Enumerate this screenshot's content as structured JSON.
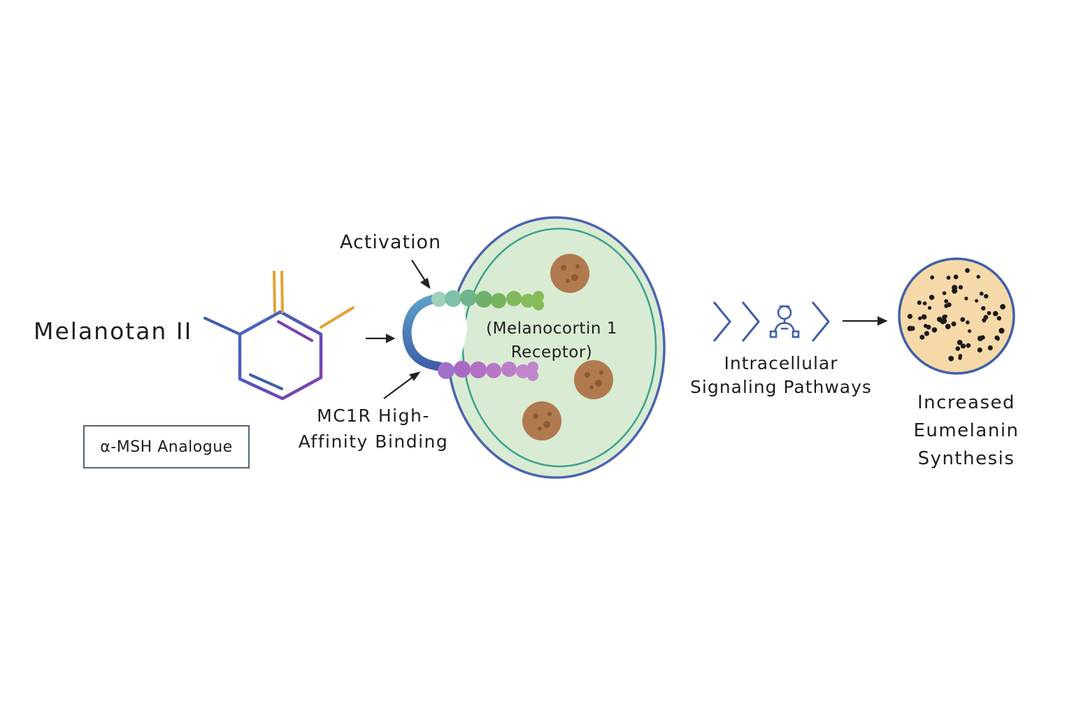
{
  "diagram": {
    "drug_name": "Melanotan II",
    "drug_class": "α-MSH Analogue",
    "activation_label": "Activation",
    "binding_label_line1": "MC1R High-",
    "binding_label_line2": "Affinity Binding",
    "receptor_label_line1": "(Melanocortin 1",
    "receptor_label_line2": "Receptor)",
    "pathway_label_line1": "Intracellular",
    "pathway_label_line2": "Signaling Pathways",
    "result_label_line1": "Increased",
    "result_label_line2": "Eumelanin",
    "result_label_line3": "Synthesis"
  },
  "colors": {
    "ring_blue": "#3f5fa8",
    "ring_purple": "#7a3fb0",
    "bond_orange": "#e3a23a",
    "cell_fill": "#d7ead2",
    "cell_border": "#4a63b0",
    "cell_inner_border": "#3aa08a",
    "granule": "#b07a4e",
    "melanin_fill": "#f5d9a8",
    "melanin_dot": "#1a1a1a",
    "chain_green": "#6fb06a",
    "chain_purple": "#a86ac2",
    "arrow": "#222222"
  },
  "icons": [
    "chevron-right-icon",
    "signaling-network-icon"
  ]
}
